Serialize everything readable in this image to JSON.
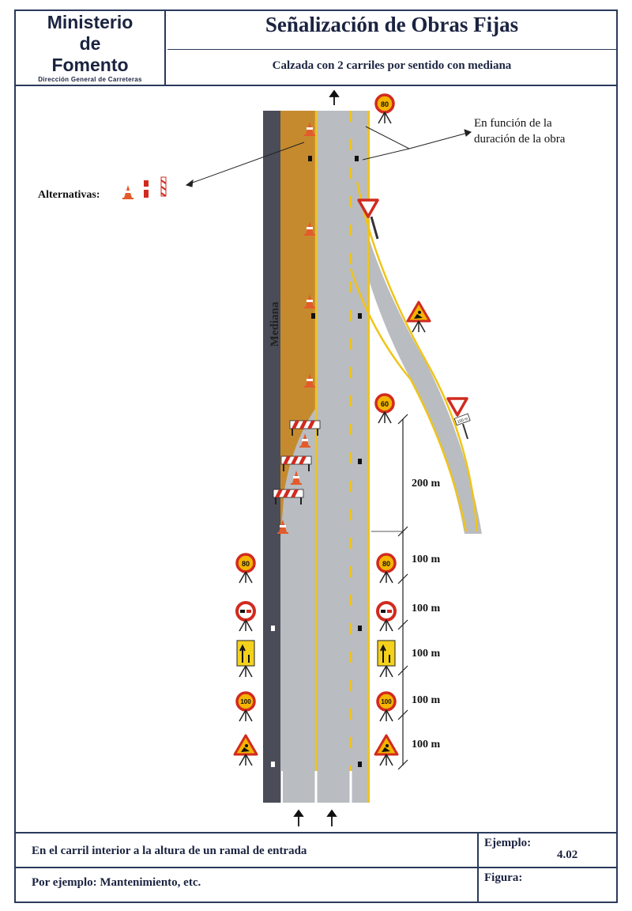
{
  "header": {
    "org_line1": "Ministerio",
    "org_line2": "de",
    "org_line3": "Fomento",
    "org_sub": "Dirección General de Carreteras",
    "title": "Señalización de Obras Fijas",
    "subtitle": "Calzada con 2 carriles por sentido con mediana"
  },
  "diagram": {
    "note_duration_line1": "En función de la",
    "note_duration_line2": "duración de la obra",
    "alternatives_label": "Alternativas:",
    "median_label": "Mediana",
    "distances": [
      "200 m",
      "100 m",
      "100 m",
      "100 m",
      "100 m",
      "100 m"
    ],
    "speed_signs": [
      "80",
      "60",
      "80",
      "80",
      "100",
      "100"
    ],
    "small_plate": "150 m",
    "colors": {
      "road": "#b9bcc0",
      "median": "#4a4d57",
      "work_zone": "#c68a2e",
      "line_yellow": "#f0c419",
      "sign_red": "#d12a1f",
      "frame": "#2a3a5c"
    }
  },
  "footer": {
    "description": "En el carril interior a la altura de un ramal de entrada",
    "example_label": "Ejemplo:",
    "example_value": "4.02",
    "example_text": "Por ejemplo: Mantenimiento, etc.",
    "figure_label": "Figura:"
  }
}
